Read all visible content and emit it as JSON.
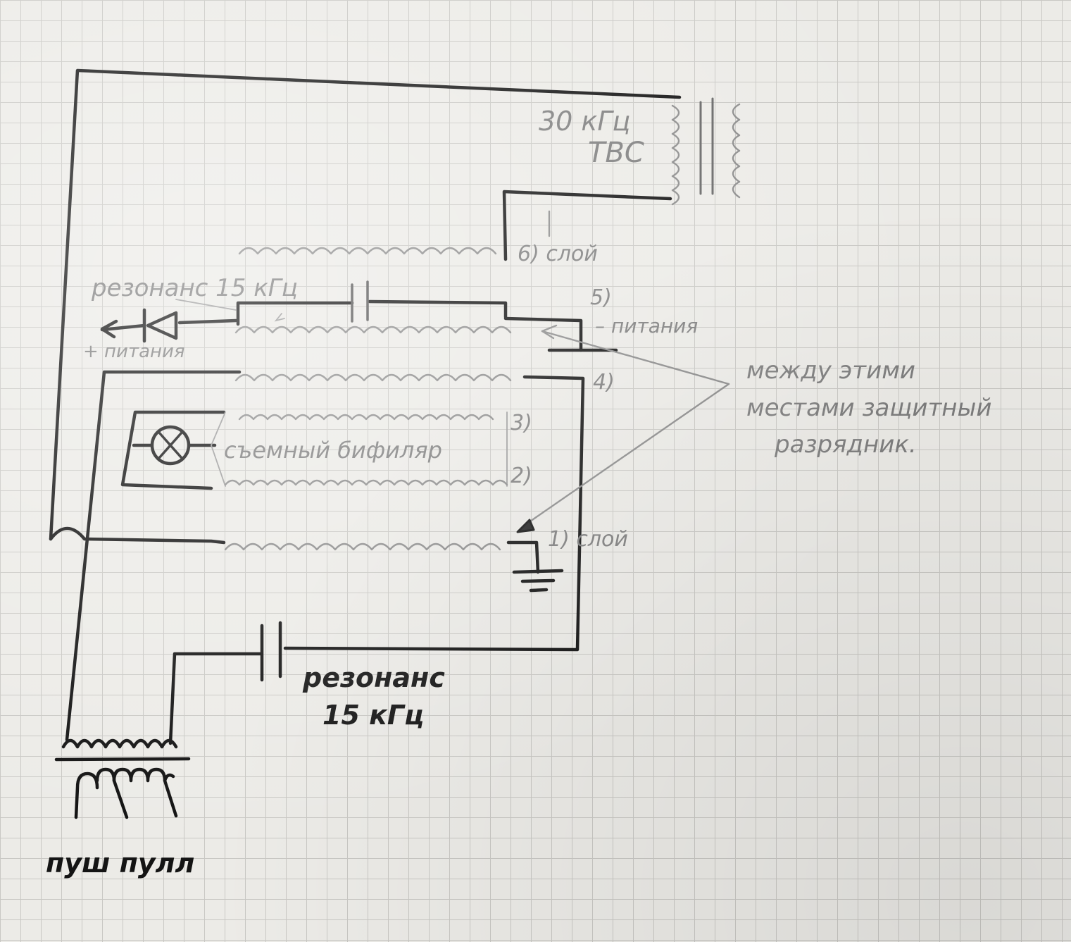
{
  "labels": {
    "tbc_freq": "30 кГц",
    "tbc_name": "ТВС",
    "layer6": "6) слой",
    "resonance_top": "резонанс 15 кГц",
    "layer5": "5)",
    "minus_supply": "– питания",
    "plus_supply": "+ питания",
    "layer4": "4)",
    "between_line1": "между этими",
    "between_line2": "местами защитный",
    "between_line3": "разрядник.",
    "layer3": "3)",
    "bifilar": "съемный бифиляр",
    "layer2": "2)",
    "layer1": "1) слой",
    "resonance_bottom_1": "резонанс",
    "resonance_bottom_2": "15 кГц",
    "push_pull": "пуш пулл"
  },
  "colors": {
    "ink": "#111111",
    "pencil": "#8b8b8b",
    "paper": "#ecebe7",
    "grid": "#c9c8c4"
  },
  "icons": [
    "diode-icon",
    "lamp-icon",
    "ground-icon",
    "capacitor-icon",
    "coil-icon",
    "transformer-core-icon"
  ]
}
